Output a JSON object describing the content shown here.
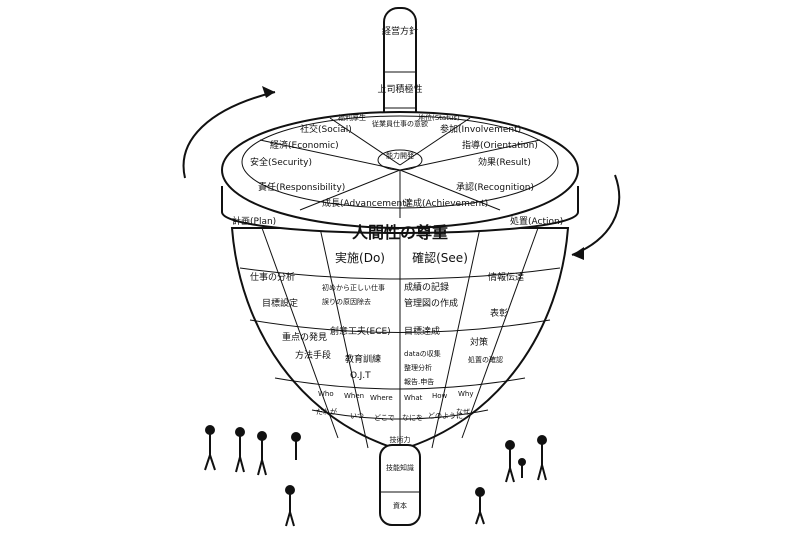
{
  "spindle_top": {
    "policy": "経営方針",
    "boss": "上司積極性",
    "emp": "従業員仕事の意欲",
    "dev": "能力開発"
  },
  "disk_top_left": [
    "福利厚生",
    "社交(Social)",
    "経済(Economic)",
    "安全(Security)"
  ],
  "disk_top_right": [
    "地位(Status)",
    "参加(Involvement)",
    "指導(Orientation)",
    "効果(Result)"
  ],
  "disk_front": [
    "責任(Responsibility)",
    "成長(Advancement)",
    "達成(Achievement)",
    "承認(Recognition)"
  ],
  "rim": {
    "left": "計画(Plan)",
    "center": "人間性の尊重",
    "right": "処置(Action)"
  },
  "col_headers": [
    "実施(Do)",
    "確認(See)"
  ],
  "left_col": [
    "仕事の分析",
    "目標設定",
    "重点の発見",
    "方法手段"
  ],
  "mid_col": [
    "初めから正しい仕事",
    "誤りの原因除去",
    "創意工夫(ECE)",
    "教育訓練",
    "O.J.T"
  ],
  "mid2_col": [
    "成績の記録",
    "管理図の作成",
    "目標達成",
    "dataの収集",
    "整理分析",
    "報告.申告"
  ],
  "right_col": [
    "情報伝達",
    "表彰",
    "対策",
    "処置の確認"
  ],
  "five_w": [
    "Who",
    "When",
    "Where",
    "What",
    "How",
    "Why"
  ],
  "five_w_jp": [
    "だれが",
    "いつ",
    "どこで",
    "なにを",
    "どのように",
    "なぜ"
  ],
  "bottom": {
    "ring": "技術力",
    "skill": "技能知識",
    "capital": "資本"
  }
}
